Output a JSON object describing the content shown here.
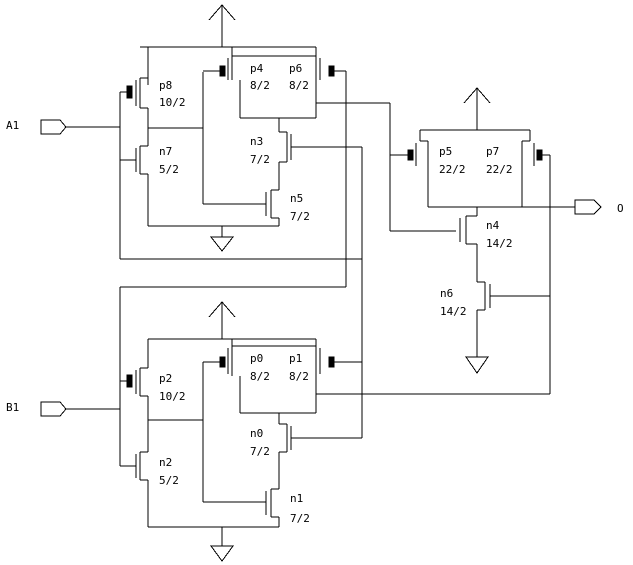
{
  "pins": {
    "a1": "A1",
    "b1": "B1",
    "out": "O"
  },
  "transistors": {
    "p8": {
      "name": "p8",
      "size": "10/2"
    },
    "n7": {
      "name": "n7",
      "size": "5/2"
    },
    "p4": {
      "name": "p4",
      "size": "8/2"
    },
    "p6": {
      "name": "p6",
      "size": "8/2"
    },
    "n3": {
      "name": "n3",
      "size": "7/2"
    },
    "n5": {
      "name": "n5",
      "size": "7/2"
    },
    "p5": {
      "name": "p5",
      "size": "22/2"
    },
    "p7": {
      "name": "p7",
      "size": "22/2"
    },
    "n4": {
      "name": "n4",
      "size": "14/2"
    },
    "n6": {
      "name": "n6",
      "size": "14/2"
    },
    "p2": {
      "name": "p2",
      "size": "10/2"
    },
    "n2": {
      "name": "n2",
      "size": "5/2"
    },
    "p0": {
      "name": "p0",
      "size": "8/2"
    },
    "p1": {
      "name": "p1",
      "size": "8/2"
    },
    "n0": {
      "name": "n0",
      "size": "7/2"
    },
    "n1": {
      "name": "n1",
      "size": "7/2"
    }
  }
}
